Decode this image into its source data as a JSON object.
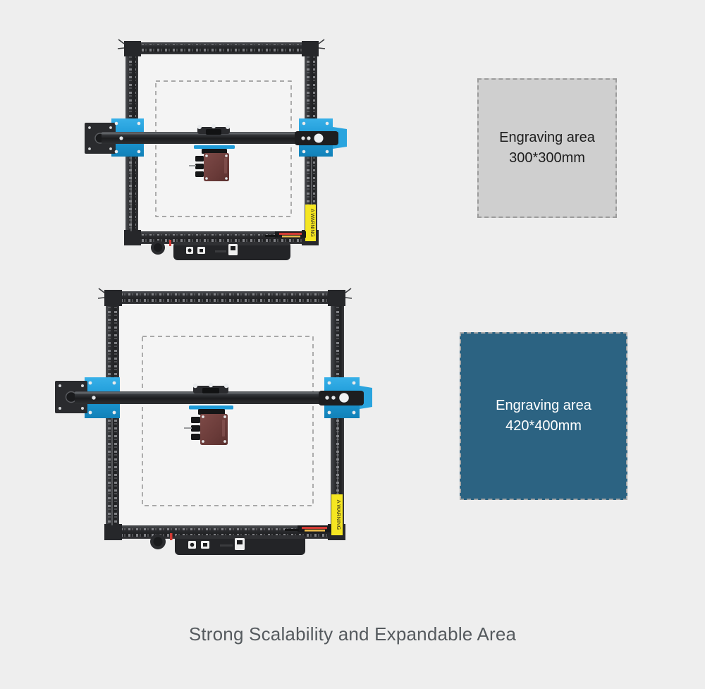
{
  "page": {
    "background_color": "#eeeeee",
    "caption": "Strong Scalability and Expandable Area"
  },
  "areas": {
    "small": {
      "title": "Engraving area",
      "size": "300*300mm",
      "fill_color": "#cfcfcf",
      "text_color": "#1d1d1d",
      "border_color": "#9b9b9b"
    },
    "large": {
      "title": "Engraving area",
      "size": "420*400mm",
      "fill_color": "#2c6382",
      "text_color": "#ffffff",
      "border_color": "#a7a7a7"
    }
  },
  "machines": [
    {
      "id": "machine-small",
      "name": "laser-engraver-300",
      "frame_color": "#2f3033",
      "accent_color": "#1e9bd8",
      "bed_color": "#f4f4f4",
      "laser_head_color": "#6e3f3d",
      "warning_label_color": "#f5e622"
    },
    {
      "id": "machine-large",
      "name": "laser-engraver-420",
      "frame_color": "#2f3033",
      "accent_color": "#1e9bd8",
      "bed_color": "#f4f4f4",
      "laser_head_color": "#6e3f3d",
      "warning_label_color": "#f5e622"
    }
  ]
}
